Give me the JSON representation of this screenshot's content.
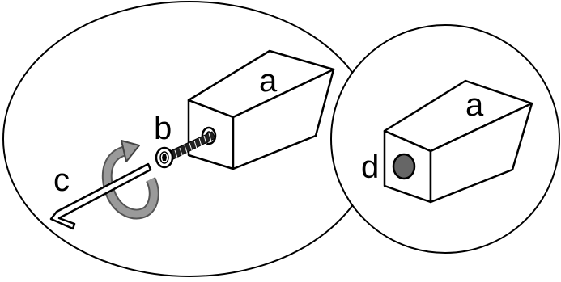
{
  "labels": {
    "left_box": "a",
    "screw": "b",
    "hex_key": "c",
    "right_box": "a",
    "hole": "d"
  },
  "colors": {
    "stroke": "#000000",
    "background": "#ffffff",
    "rotation_arrow": "#9a9a9a",
    "hole_fill": "#666666"
  },
  "icons": [
    "rotate-arrow-icon",
    "hex-key-icon",
    "screw-icon"
  ]
}
